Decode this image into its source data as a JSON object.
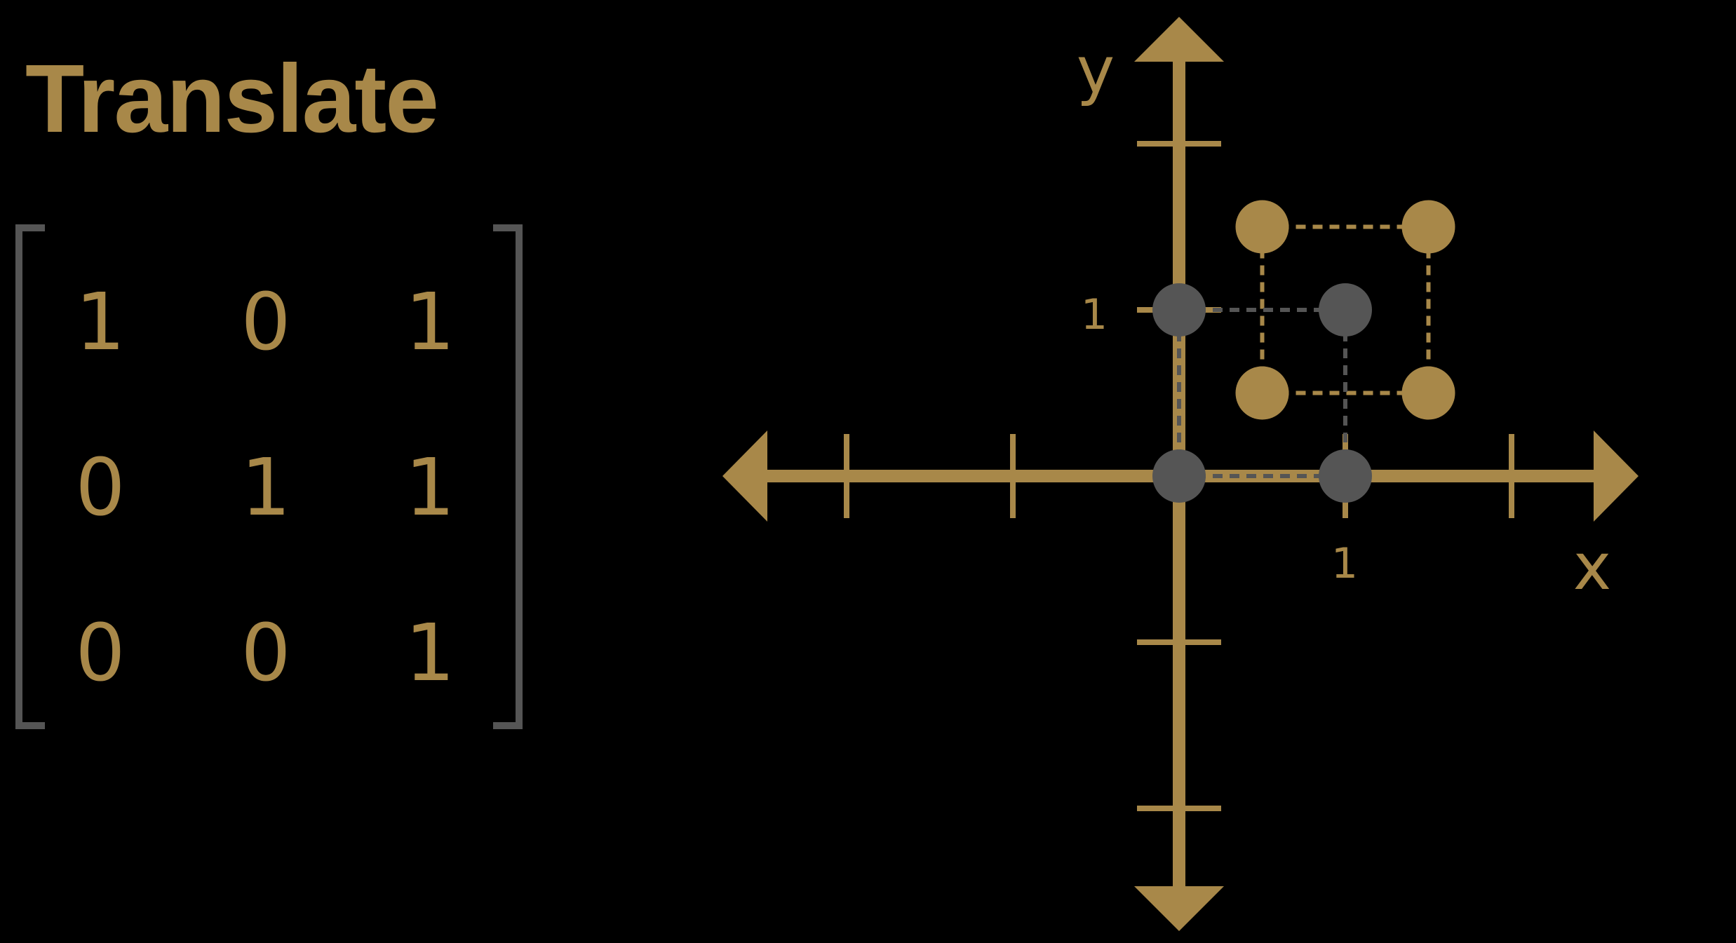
{
  "title": "Translate",
  "matrix": [
    [
      "1",
      "0",
      "1"
    ],
    [
      "0",
      "1",
      "1"
    ],
    [
      "0",
      "0",
      "1"
    ]
  ],
  "axes": {
    "x_label": "x",
    "y_label": "y",
    "x_tick_label": "1",
    "y_tick_label": "1"
  },
  "colors": {
    "accent": "#a88849",
    "gray": "#555555",
    "background": "#000000"
  },
  "points": {
    "original": [
      [
        0,
        0
      ],
      [
        1,
        0
      ],
      [
        0,
        1
      ],
      [
        1,
        1
      ]
    ],
    "translated": [
      [
        0.5,
        0.5
      ],
      [
        1.5,
        0.5
      ],
      [
        0.5,
        1.5
      ],
      [
        1.5,
        1.5
      ]
    ]
  },
  "grid_ticks": {
    "x": [
      -2,
      -1,
      1,
      2
    ],
    "y": [
      -2,
      -1,
      1,
      2
    ]
  }
}
